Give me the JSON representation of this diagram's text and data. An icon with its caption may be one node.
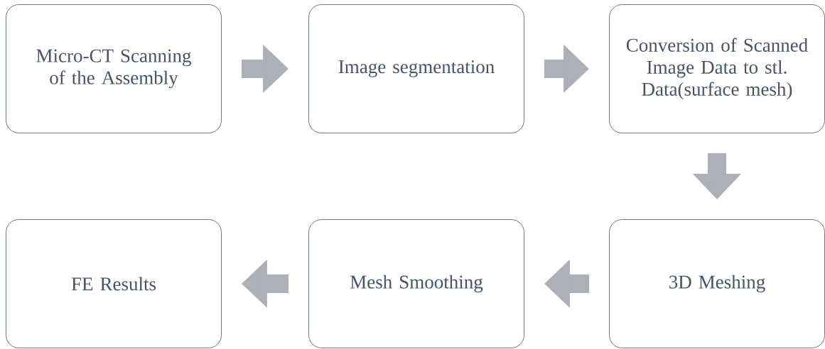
{
  "diagram": {
    "nodes": [
      {
        "text": [
          "Micro-CT Scanning of the Assembly"
        ]
      },
      {
        "text": [
          "Image segmentation"
        ]
      },
      {
        "text": [
          "Conversion of Scanned Image Data to stl. Data(surface mesh)"
        ]
      },
      {
        "text": [
          "3D Meshing"
        ]
      },
      {
        "text": [
          "Mesh Smoothing"
        ]
      },
      {
        "text": [
          "FE Results"
        ]
      }
    ],
    "edges": [
      {
        "from": 0,
        "to": 1,
        "arrow": "to"
      },
      {
        "from": 1,
        "to": 2,
        "arrow": "to"
      },
      {
        "from": 2,
        "to": 3,
        "arrow": "to"
      },
      {
        "from": 3,
        "to": 4,
        "arrow": "to"
      },
      {
        "from": 4,
        "to": 5,
        "arrow": "to"
      }
    ]
  }
}
